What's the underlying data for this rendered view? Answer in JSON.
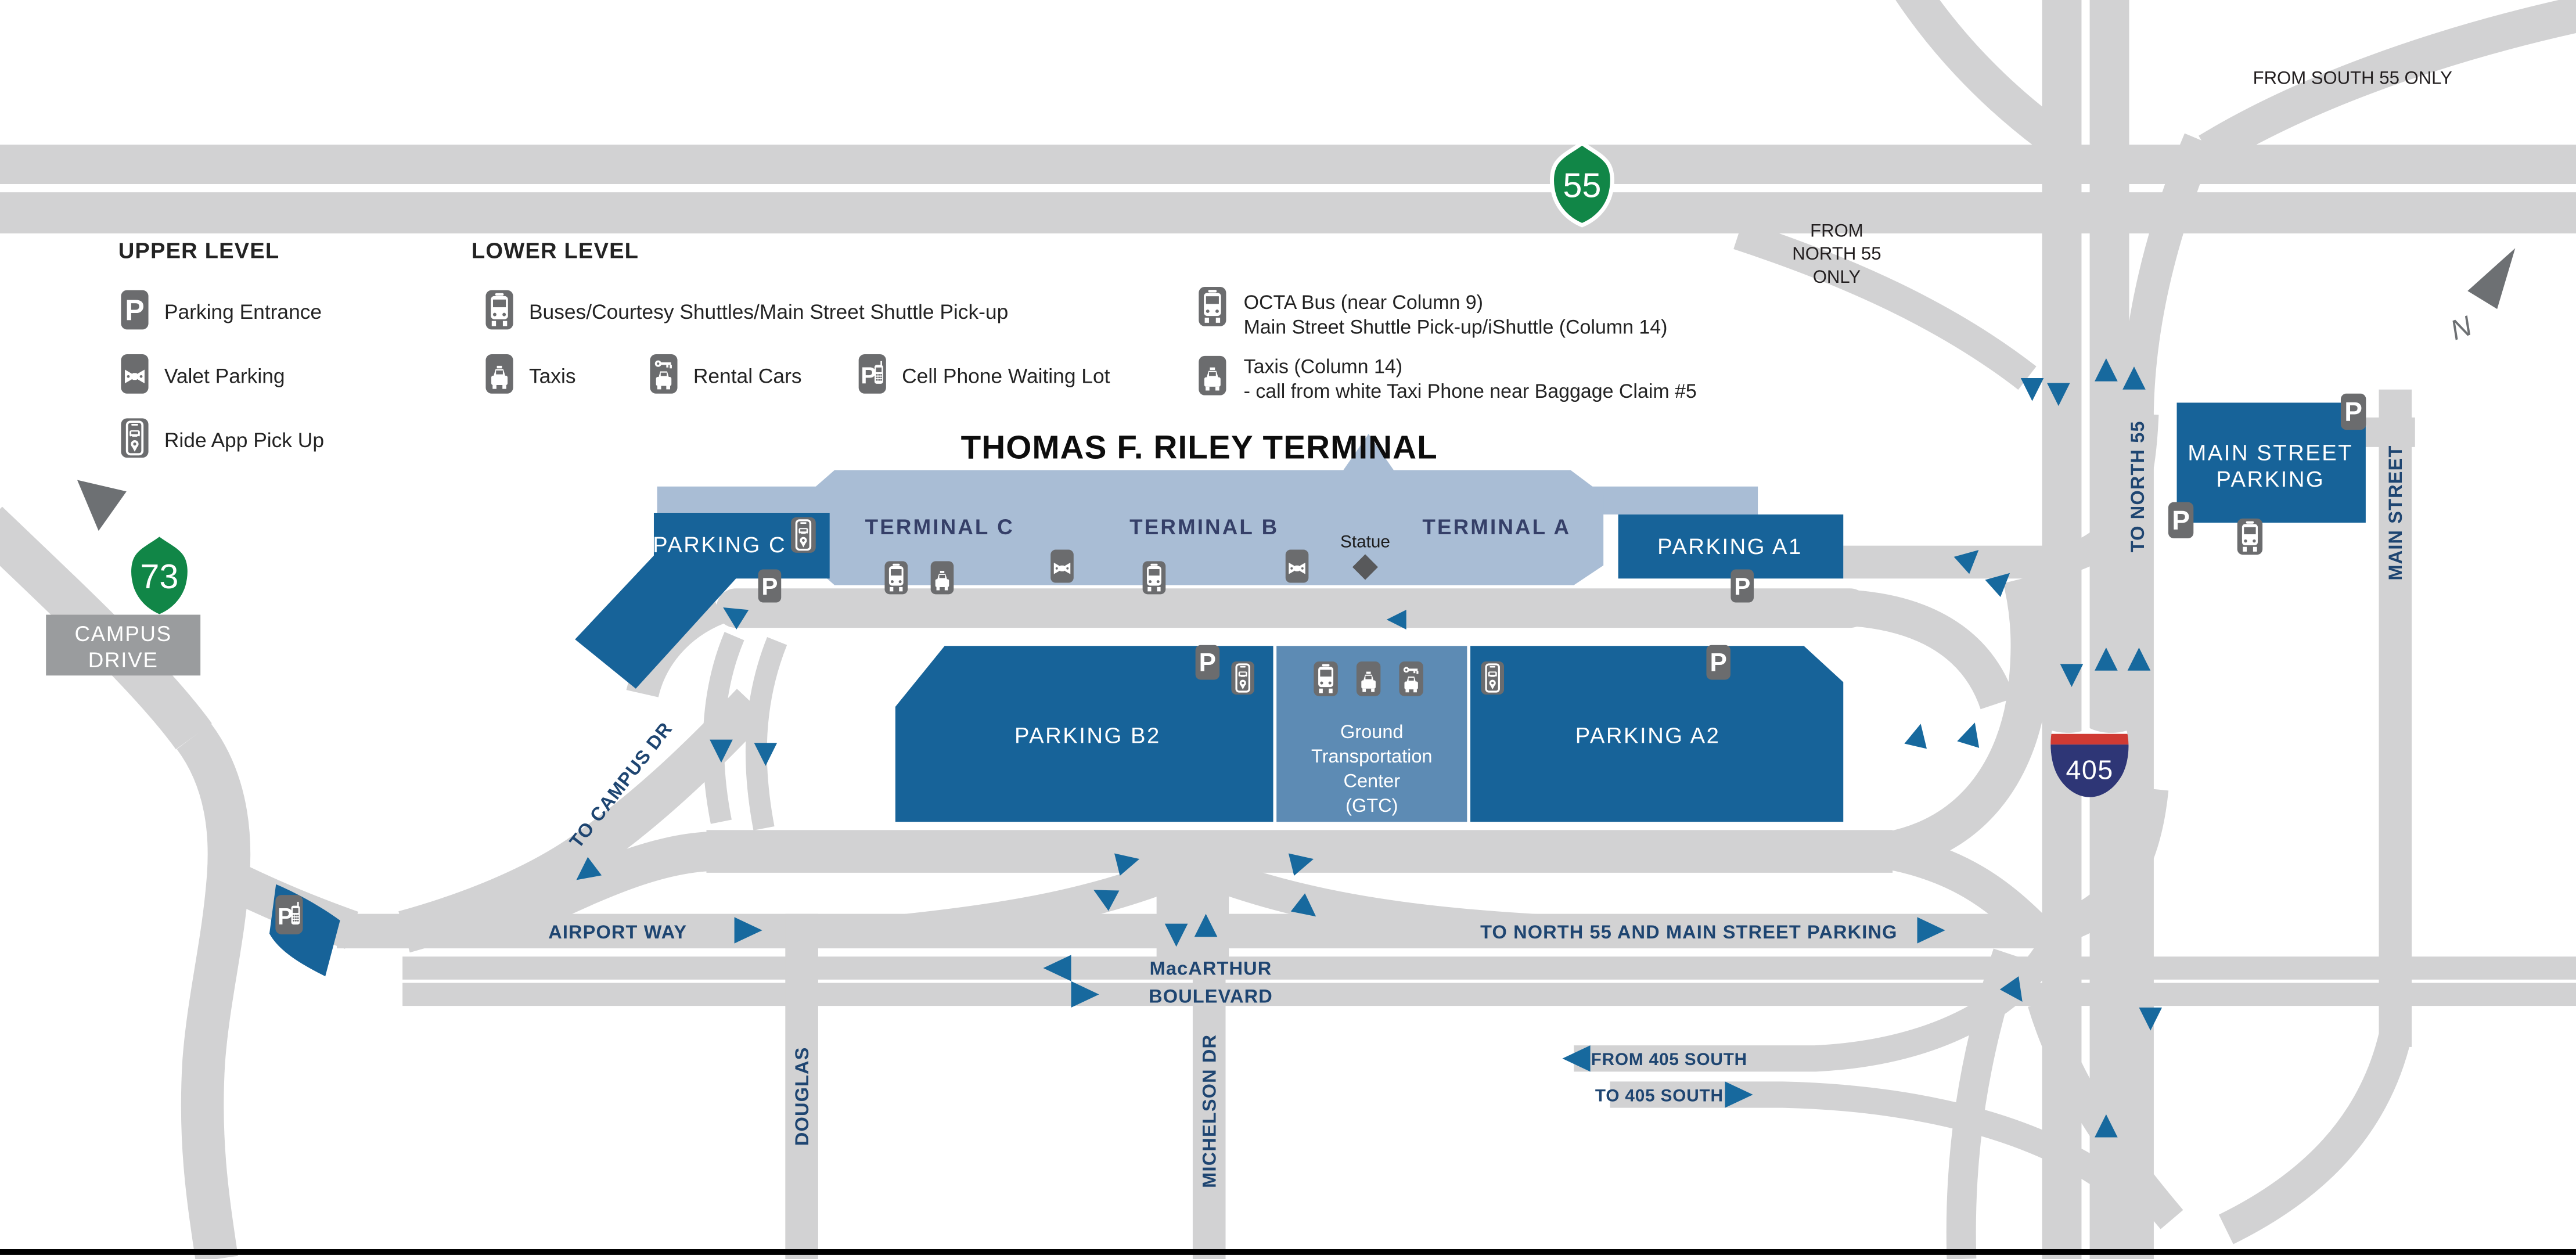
{
  "title": "THOMAS F. RILEY TERMINAL",
  "icons": {
    "p": "P"
  },
  "colors": {
    "roadGray": "#d2d2d3",
    "parkingBlue": "#176399",
    "gtcBlue": "#5d8bb4",
    "terminalBlue": "#a9bdd5",
    "arrowBlue": "#17699e",
    "roadLabel": "#1e4571",
    "terminalLabel": "#353f68",
    "iconGray": "#6b6c6e",
    "shieldGreen": "#118647",
    "i405Blue": "#2e3676",
    "i405Red": "#d03a33",
    "campusGray": "#9a9c9e",
    "darkArrow": "#6d7073"
  },
  "legend": {
    "upper": {
      "heading": "UPPER LEVEL",
      "items": [
        "Parking Entrance",
        "Valet Parking",
        "Ride App Pick Up"
      ]
    },
    "lower": {
      "heading": "LOWER LEVEL",
      "items": [
        "Buses/Courtesy Shuttles/Main Street Shuttle Pick-up",
        "Taxis",
        "Rental Cars",
        "Cell Phone Waiting Lot"
      ]
    },
    "right": {
      "items": [
        {
          "line1": "OCTA Bus (near Column 9)",
          "line2": "Main Street Shuttle Pick-up/iShuttle (Column 14)"
        },
        {
          "line1": "Taxis (Column 14)",
          "line2": "- call from white Taxi Phone near Baggage Claim #5"
        }
      ]
    }
  },
  "map": {
    "terminals": {
      "c": "TERMINAL C",
      "b": "TERMINAL B",
      "a": "TERMINAL A"
    },
    "statue": "Statue",
    "parking": {
      "c": "PARKING C",
      "a1": "PARKING A1",
      "b2": "PARKING B2",
      "a2": "PARKING A2",
      "mainStreet1": "MAIN  STREET",
      "mainStreet2": "PARKING"
    },
    "gtc": {
      "line1": "Ground",
      "line2": "Transportation",
      "line3": "Center",
      "line4": "(GTC)"
    },
    "roads": {
      "airportWay": "AIRPORT WAY",
      "toNorth55Main": "TO NORTH 55 AND MAIN STREET PARKING",
      "macarthur": "MacARTHUR",
      "boulevard": "BOULEVARD",
      "from405": "FROM 405 SOUTH",
      "to405": "TO 405 SOUTH",
      "douglas": "DOUGLAS",
      "michelson": "MICHELSON DR",
      "toNorth55": "TO NORTH 55",
      "mainStreet": "MAIN STREET",
      "toCampus": "TO CAMPUS DR",
      "campusDrive1": "CAMPUS",
      "campusDrive2": "DRIVE",
      "fromNorth1": "FROM",
      "fromNorth2": "NORTH 55",
      "fromNorth3": "ONLY",
      "fromSouth": "FROM SOUTH 55 ONLY"
    },
    "shields": {
      "route55": "55",
      "route73": "73",
      "i405": "405"
    },
    "north": "N"
  }
}
